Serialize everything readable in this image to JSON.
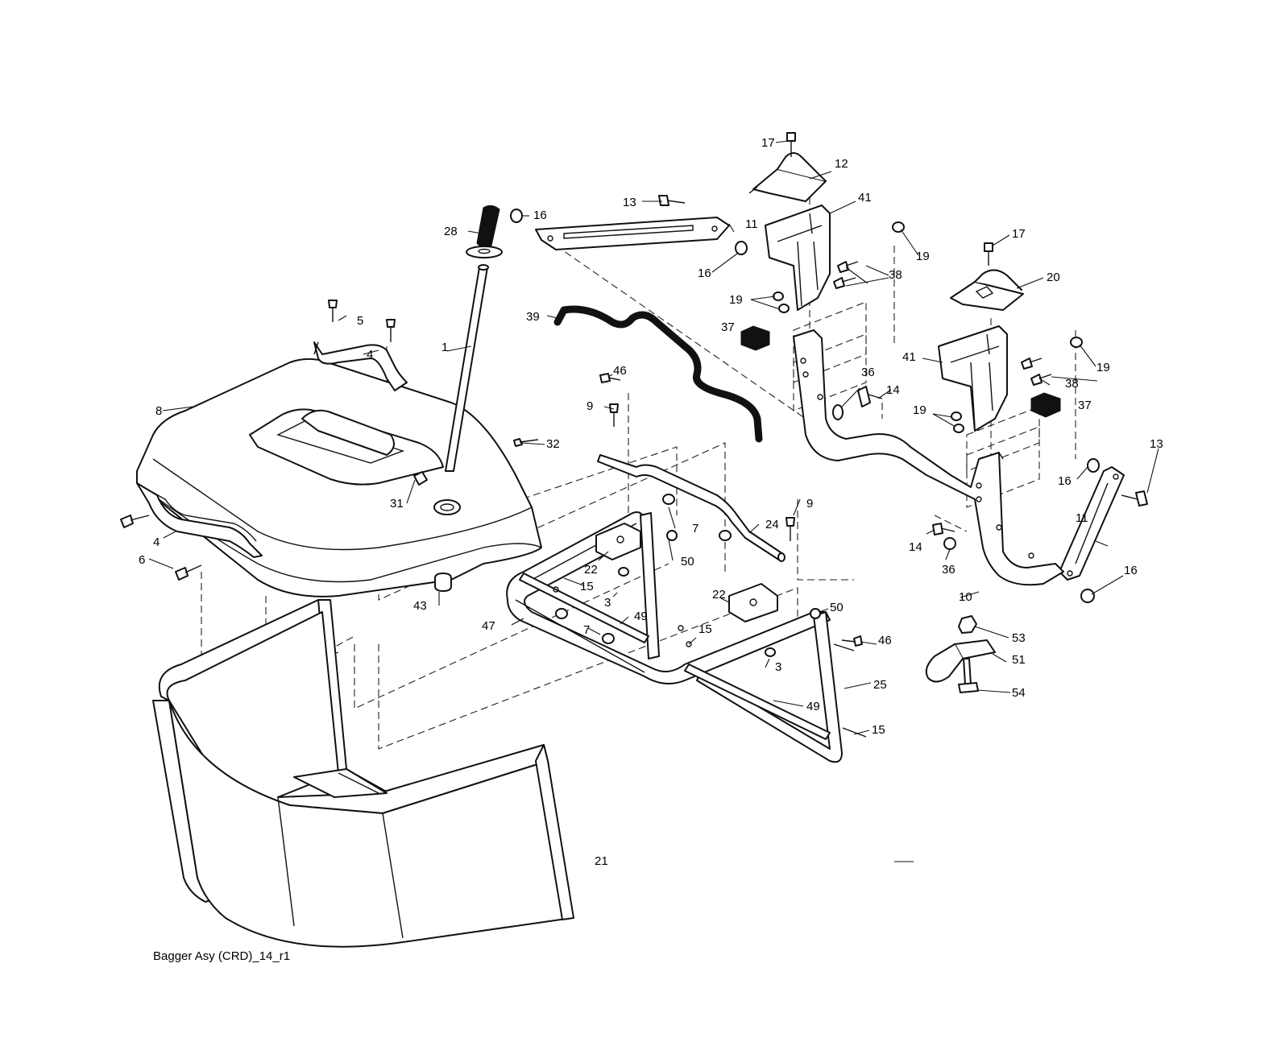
{
  "caption": "Bagger Asy (CRD)_14_r1",
  "callouts": [
    {
      "id": "c1",
      "text": "1",
      "target": "bag-tube-pole"
    },
    {
      "id": "c3a",
      "text": "3",
      "target": "lock-nut"
    },
    {
      "id": "c3b",
      "text": "3",
      "target": "lock-nut"
    },
    {
      "id": "c4a",
      "text": "4",
      "target": "cover-handle"
    },
    {
      "id": "c4b",
      "text": "4",
      "target": "cover-handle"
    },
    {
      "id": "c5",
      "text": "5",
      "target": "screw"
    },
    {
      "id": "c6",
      "text": "6",
      "target": "screw"
    },
    {
      "id": "c7a",
      "text": "7",
      "target": "nut"
    },
    {
      "id": "c7b",
      "text": "7",
      "target": "nut"
    },
    {
      "id": "c8",
      "text": "8",
      "target": "bagger-cover"
    },
    {
      "id": "c9a",
      "text": "9",
      "target": "bolt"
    },
    {
      "id": "c9b",
      "text": "9",
      "target": "bolt"
    },
    {
      "id": "c10",
      "text": "10",
      "target": "mount-bracket-right"
    },
    {
      "id": "c11a",
      "text": "11",
      "target": "support-strap"
    },
    {
      "id": "c11b",
      "text": "11",
      "target": "support-strap"
    },
    {
      "id": "c12",
      "text": "12",
      "target": "latch-plate"
    },
    {
      "id": "c13a",
      "text": "13",
      "target": "bolt"
    },
    {
      "id": "c13b",
      "text": "13",
      "target": "bolt"
    },
    {
      "id": "c14a",
      "text": "14",
      "target": "bolt"
    },
    {
      "id": "c14b",
      "text": "14",
      "target": "bolt"
    },
    {
      "id": "c15a",
      "text": "15",
      "target": "rivet"
    },
    {
      "id": "c15b",
      "text": "15",
      "target": "rivet"
    },
    {
      "id": "c15c",
      "text": "15",
      "target": "rivet"
    },
    {
      "id": "c16a",
      "text": "16",
      "target": "nut"
    },
    {
      "id": "c16b",
      "text": "16",
      "target": "nut"
    },
    {
      "id": "c16c",
      "text": "16",
      "target": "nut"
    },
    {
      "id": "c16d",
      "text": "16",
      "target": "nut"
    },
    {
      "id": "c17a",
      "text": "17",
      "target": "bolt"
    },
    {
      "id": "c17b",
      "text": "17",
      "target": "bolt"
    },
    {
      "id": "c19a",
      "text": "19",
      "target": "nut"
    },
    {
      "id": "c19b",
      "text": "19",
      "target": "nut"
    },
    {
      "id": "c19c",
      "text": "19",
      "target": "nut"
    },
    {
      "id": "c19d",
      "text": "19",
      "target": "nut"
    },
    {
      "id": "c20",
      "text": "20",
      "target": "latch-plate"
    },
    {
      "id": "c21",
      "text": "21",
      "target": "bag-assembly"
    },
    {
      "id": "c22a",
      "text": "22",
      "target": "bracket"
    },
    {
      "id": "c22b",
      "text": "22",
      "target": "bracket"
    },
    {
      "id": "c24",
      "text": "24",
      "target": "rod"
    },
    {
      "id": "c25",
      "text": "25",
      "target": "bag-frame"
    },
    {
      "id": "c28",
      "text": "28",
      "target": "grip"
    },
    {
      "id": "c31",
      "text": "31",
      "target": "clip"
    },
    {
      "id": "c32",
      "text": "32",
      "target": "screw"
    },
    {
      "id": "c36a",
      "text": "36",
      "target": "washer"
    },
    {
      "id": "c36b",
      "text": "36",
      "target": "washer"
    },
    {
      "id": "c37a",
      "text": "37",
      "target": "plug"
    },
    {
      "id": "c37b",
      "text": "37",
      "target": "plug"
    },
    {
      "id": "c38a",
      "text": "38",
      "target": "bolt"
    },
    {
      "id": "c38b",
      "text": "38",
      "target": "bolt"
    },
    {
      "id": "c39",
      "text": "39",
      "target": "cord"
    },
    {
      "id": "c41a",
      "text": "41",
      "target": "mount-plate"
    },
    {
      "id": "c41b",
      "text": "41",
      "target": "mount-plate"
    },
    {
      "id": "c43",
      "text": "43",
      "target": "bumper"
    },
    {
      "id": "c46a",
      "text": "46",
      "target": "screw"
    },
    {
      "id": "c46b",
      "text": "46",
      "target": "screw"
    },
    {
      "id": "c47",
      "text": "47",
      "target": "frame-tube"
    },
    {
      "id": "c49a",
      "text": "49",
      "target": "bag-strip"
    },
    {
      "id": "c49b",
      "text": "49",
      "target": "bag-strip"
    },
    {
      "id": "c50a",
      "text": "50",
      "target": "nut"
    },
    {
      "id": "c50b",
      "text": "50",
      "target": "nut"
    },
    {
      "id": "c51",
      "text": "51",
      "target": "latch"
    },
    {
      "id": "c53",
      "text": "53",
      "target": "nut"
    },
    {
      "id": "c54",
      "text": "54",
      "target": "bolt"
    }
  ]
}
